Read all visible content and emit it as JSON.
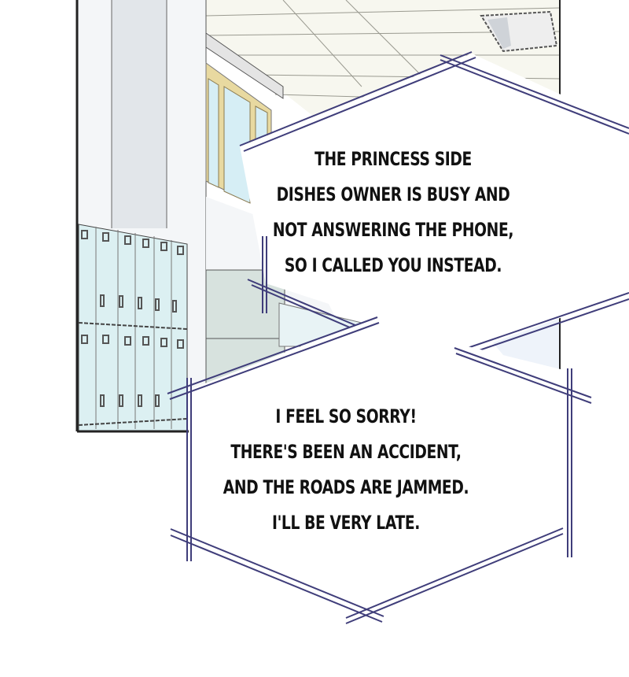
{
  "panel": {
    "scene": "school hallway with lockers and windows",
    "colors": {
      "background": "#ffffff",
      "bubble_outline": "#3f3d7a",
      "locker": "#dfeff0",
      "wall_shade": "#e4e8ec",
      "window_frame": "#e8d9a0",
      "window_glass": "#d6eef5",
      "ceiling": "#f6f6ee"
    }
  },
  "bubbles": [
    {
      "id": "bubble-1",
      "lines": [
        "THE PRINCESS SIDE",
        "DISHES OWNER IS BUSY AND",
        "NOT ANSWERING THE PHONE,",
        "SO I CALLED YOU INSTEAD."
      ]
    },
    {
      "id": "bubble-2",
      "lines": [
        "I FEEL SO SORRY!",
        "THERE'S BEEN AN ACCIDENT,",
        "AND THE ROADS ARE JAMMED.",
        "I'LL BE VERY LATE."
      ]
    }
  ]
}
